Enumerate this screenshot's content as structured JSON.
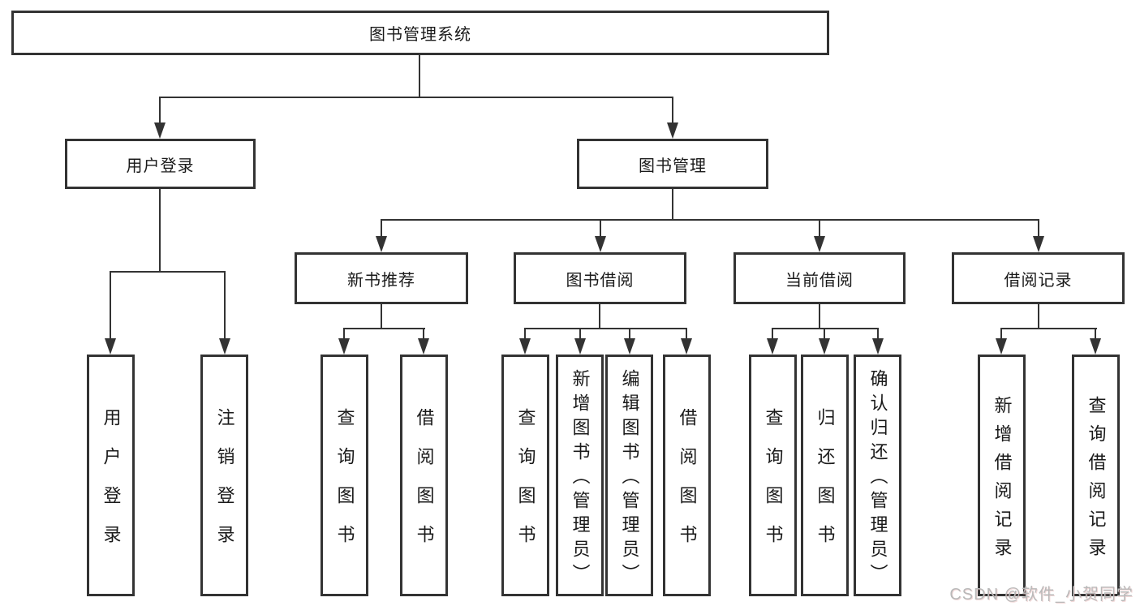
{
  "nodes": {
    "root": "图书管理系统",
    "level2": [
      {
        "label": "用户登录"
      },
      {
        "label": "图书管理"
      }
    ],
    "level3": [
      {
        "label": "新书推荐"
      },
      {
        "label": "图书借阅"
      },
      {
        "label": "当前借阅"
      },
      {
        "label": "借阅记录"
      }
    ],
    "leaves": [
      {
        "label": "用户登录"
      },
      {
        "label": "注销登录"
      },
      {
        "label": "查询图书"
      },
      {
        "label": "借阅图书"
      },
      {
        "label": "查询图书"
      },
      {
        "label": "新增图书（管理员）"
      },
      {
        "label": "编辑图书（管理员）"
      },
      {
        "label": "借阅图书"
      },
      {
        "label": "查询图书"
      },
      {
        "label": "归还图书"
      },
      {
        "label": "确认归还（管理员）"
      },
      {
        "label": "新增借阅记录"
      },
      {
        "label": "查询借阅记录"
      }
    ]
  },
  "watermark": "CSDN @软件_小贺同学",
  "colors": {
    "line": "#333333",
    "text": "#1a1a1a",
    "watermark": "#b9b9b9",
    "background": "#ffffff"
  }
}
